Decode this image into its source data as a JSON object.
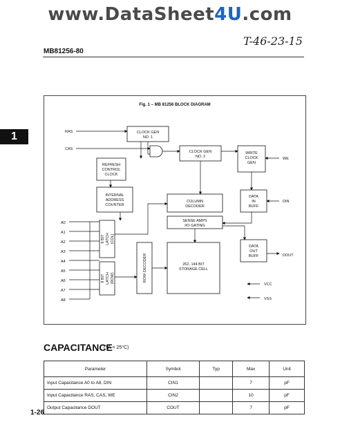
{
  "watermark": {
    "pre": "www.DataSheet",
    "hl": "4U",
    "post": ".com"
  },
  "handwritten_note": "T-46-23-15",
  "part_number": "MB81256-80",
  "section_tab": "1",
  "figure": {
    "title": "Fig. 1 – MB 81256 BLOCK DIAGRAM",
    "signals": {
      "ras": "RAS",
      "cas": "CAS",
      "we": "WE",
      "din": "DIN",
      "dout": "DOUT",
      "vcc": "VCC",
      "vss": "VSS",
      "address": [
        "A0",
        "A1",
        "A2",
        "A3",
        "A4",
        "A5",
        "A6",
        "A7",
        "A8"
      ]
    },
    "blocks": {
      "clock_gen_1": [
        "CLOCK GEN",
        "NO. 1"
      ],
      "clock_gen_2": [
        "CLOCK GEN",
        "NO. 2"
      ],
      "write_clock_gen": [
        "WRITE",
        "CLOCK",
        "GEN"
      ],
      "refresh_control_clock": [
        "REFRESH",
        "CONTROL",
        "CLOCK"
      ],
      "internal_address_counter": [
        "INTERNAL",
        "ADDRESS",
        "COUNTER"
      ],
      "column_decoder": [
        "COLUMN",
        "DECODER"
      ],
      "sense_amps": [
        "SENSE AMPS",
        "I/O GATING"
      ],
      "data_in_buff": [
        "DATA",
        "IN",
        "BUFF"
      ],
      "data_out_buff": [
        "DATA",
        "OUT",
        "BUFF"
      ],
      "col_latch": [
        "9 BIT",
        "LATCH",
        "(COL)"
      ],
      "row_latch": [
        "9 BIT",
        "LATCH",
        "(ROW)"
      ],
      "row_decoder": "ROW DECODER",
      "storage_cell": [
        "262, 144 BIT",
        "STORAGE CELL"
      ]
    }
  },
  "capacitance": {
    "title": "CAPACITANCE",
    "condition": "(TA = 25°C)",
    "headers": [
      "Parameter",
      "Symbol",
      "Typ",
      "Max",
      "Unit"
    ],
    "rows": [
      [
        "Input Capacitance A0 to A8, DIN",
        "CIN1",
        "",
        "7",
        "pF"
      ],
      [
        "Input Capacitance RAS, CAS, WE",
        "CIN2",
        "",
        "10",
        "pF"
      ],
      [
        "Output Capacitance DOUT",
        "COUT",
        "",
        "7",
        "pF"
      ]
    ]
  },
  "page_number": "1-26"
}
